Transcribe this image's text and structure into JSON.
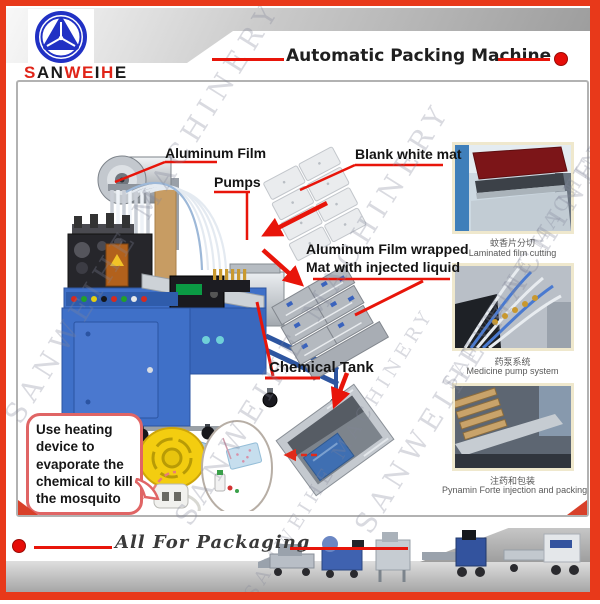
{
  "brand": {
    "name": "SANWEIHE",
    "letters": [
      {
        "ch": "S"
      },
      {
        "ch": "A"
      },
      {
        "ch": "N"
      },
      {
        "ch": "W"
      },
      {
        "ch": "E"
      },
      {
        "ch": "I"
      },
      {
        "ch": "H"
      },
      {
        "ch": "E"
      }
    ],
    "logo_icon": "circle-triangle-logo"
  },
  "header": {
    "title": "Automatic Packing Machine",
    "bullet_icon": "red-dot"
  },
  "diagram": {
    "labels": {
      "aluminum_film": "Aluminum Film",
      "pumps": "Pumps",
      "blank_white_mat": "Blank white mat",
      "wrapped_line1": "Aluminum Film wrapped",
      "wrapped_line2": "Mat with injected liquid",
      "chemical_tank": "Chemical Tank"
    },
    "bubble_lines": [
      "Use heating",
      "device to",
      "evaporate the",
      "chemical to kill",
      "the mosquito"
    ],
    "watermark": "SANWEIHE MACHINERY"
  },
  "photos": [
    {
      "caption_zh": "蚊香片分切",
      "caption_en": "Laminated film cutting"
    },
    {
      "caption_zh": "药泵系统",
      "caption_en": "Medicine pump system"
    },
    {
      "caption_zh": "注药和包装",
      "caption_en": "Pynamin Forte injection and packing"
    }
  ],
  "footer": {
    "slogan": "All For Packaging",
    "bullet_icon": "red-dot"
  },
  "colors": {
    "accent_red": "#e8391a",
    "connector_red": "#e8150a",
    "brand_blue": "#2131c4",
    "machine_blue": "#3f70c8",
    "letter_red": "#e02418",
    "letter_dark": "#1a1a1a"
  }
}
